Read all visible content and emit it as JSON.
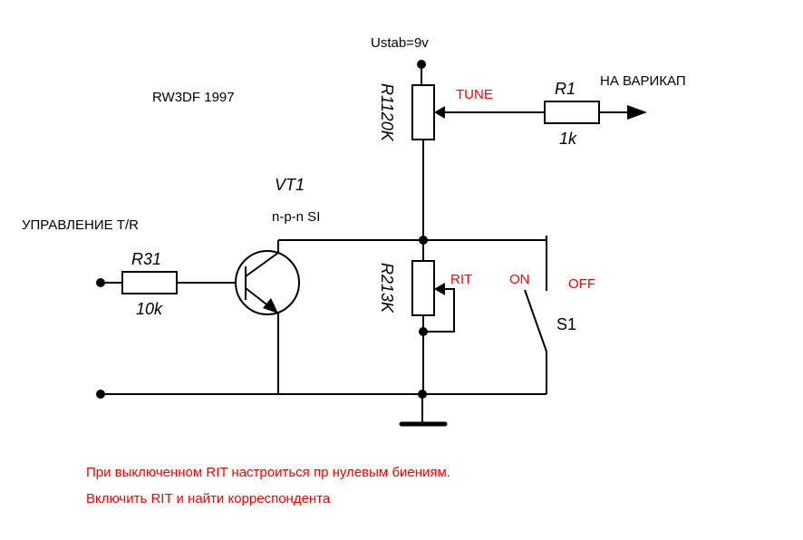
{
  "diagram": {
    "type": "electrical-schematic",
    "author_label": "RW3DF 1997",
    "supply_label": "Ustab=9v",
    "output_label": "НА ВАРИКАП",
    "control_label": "УПРАВЛЕНИЕ T/R",
    "colors": {
      "wire": "#000000",
      "annotation": "#ff0000"
    },
    "components": {
      "r1": {
        "designator": "R1",
        "value": "1k"
      },
      "r11": {
        "designator": "R11",
        "value": "20K",
        "rotated_label": "R1120K",
        "wiper_label": "TUNE"
      },
      "r2": {
        "designator": "R2",
        "value": "13K",
        "rotated_label": "R213K",
        "wiper_label": "RIT"
      },
      "r31": {
        "designator": "R31",
        "value": "10k"
      },
      "vt1": {
        "designator": "VT1",
        "type": "n-p-n SI"
      },
      "s1": {
        "designator": "S1",
        "on_label": "ON",
        "off_label": "OFF"
      }
    },
    "notes": [
      "При выключенном  RIT настроиться пр нулевым биениям.",
      "Включить RIT  и найти корреспондента"
    ]
  }
}
